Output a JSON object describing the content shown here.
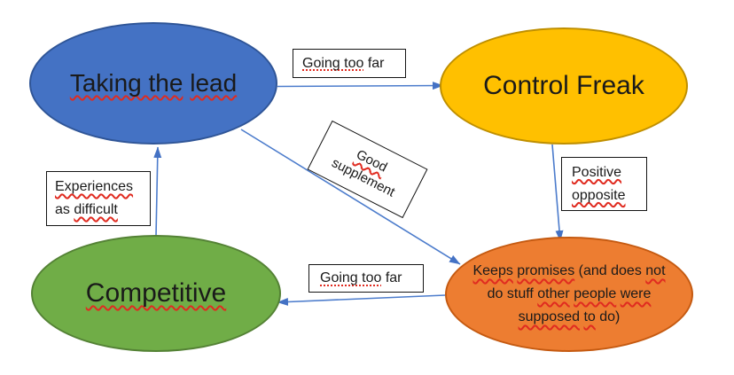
{
  "diagram": {
    "colors": {
      "spellcheck": "#E02B20",
      "arrow_line": "#4C7CCC",
      "arrow_head": "#4472C4",
      "box_border": "#141414",
      "text": "#1a1a1a"
    },
    "nodes": [
      {
        "id": "taking-the-lead",
        "label": "Taking the lead",
        "fill": "#4472C4",
        "stroke": "#2F5597",
        "lines": [
          [
            {
              "t": "Taking the",
              "sp": "wavy"
            },
            {
              "t": " "
            },
            {
              "t": "lead",
              "sp": "wavy"
            }
          ]
        ]
      },
      {
        "id": "control-freak",
        "label": "Control Freak",
        "fill": "#FFC000",
        "stroke": "#BF8F00",
        "lines": [
          [
            {
              "t": "Control Freak"
            }
          ]
        ]
      },
      {
        "id": "competitive",
        "label": "Competitive",
        "fill": "#70AD47",
        "stroke": "#548235",
        "lines": [
          [
            {
              "t": "Competitive",
              "sp": "wavy"
            }
          ]
        ]
      },
      {
        "id": "keeps-promises",
        "label": "Keeps promises (and does not do stuff other people were supposed to do)",
        "fill": "#ED7D31",
        "stroke": "#C55A11",
        "lines": [
          [
            {
              "t": "Keeps",
              "sp": "wavy"
            },
            {
              "t": " "
            },
            {
              "t": "promises",
              "sp": "wavy"
            },
            {
              "t": " (and does "
            },
            {
              "t": "not",
              "sp": "wavy"
            }
          ],
          [
            {
              "t": "do stuff "
            },
            {
              "t": "other",
              "sp": "wavy"
            },
            {
              "t": " "
            },
            {
              "t": "people",
              "sp": "wavy"
            },
            {
              "t": " "
            },
            {
              "t": "were",
              "sp": "wavy"
            }
          ],
          [
            {
              "t": "supposed",
              "sp": "wavy"
            },
            {
              "t": " "
            },
            {
              "t": "to",
              "sp": "wavy"
            },
            {
              "t": " do)"
            }
          ]
        ]
      }
    ],
    "edge_labels": [
      {
        "id": "going-too-far-top",
        "label": "Going too far",
        "lines": [
          [
            {
              "t": "Going too",
              "sp": "dot"
            },
            {
              "t": " far"
            }
          ]
        ]
      },
      {
        "id": "good-supplement",
        "label": "Good supplement",
        "lines": [
          [
            {
              "t": "Good",
              "sp": "wavy"
            }
          ],
          [
            {
              "t": "supplement"
            }
          ]
        ]
      },
      {
        "id": "positive-opposite",
        "label": "Positive opposite",
        "lines": [
          [
            {
              "t": "Positive",
              "sp": "wavy"
            }
          ],
          [
            {
              "t": "opposite",
              "sp": "wavy"
            }
          ]
        ]
      },
      {
        "id": "going-too-far-bottom",
        "label": "Going too far",
        "lines": [
          [
            {
              "t": "Going too",
              "sp": "dot"
            },
            {
              "t": " far"
            }
          ]
        ]
      },
      {
        "id": "experiences",
        "label": "Experiences as difficult",
        "lines": [
          [
            {
              "t": "Experiences",
              "sp": "wavy"
            }
          ],
          [
            {
              "t": "as "
            },
            {
              "t": "difficult",
              "sp": "wavy"
            }
          ]
        ]
      }
    ],
    "edges": [
      {
        "from": "taking-the-lead",
        "to": "control-freak",
        "label": "Going too far"
      },
      {
        "from": "taking-the-lead",
        "to": "keeps-promises",
        "label": "Good supplement"
      },
      {
        "from": "control-freak",
        "to": "keeps-promises",
        "label": "Positive opposite"
      },
      {
        "from": "keeps-promises",
        "to": "competitive",
        "label": "Going too far"
      },
      {
        "from": "competitive",
        "to": "taking-the-lead",
        "label": "Experiences as difficult"
      }
    ]
  }
}
